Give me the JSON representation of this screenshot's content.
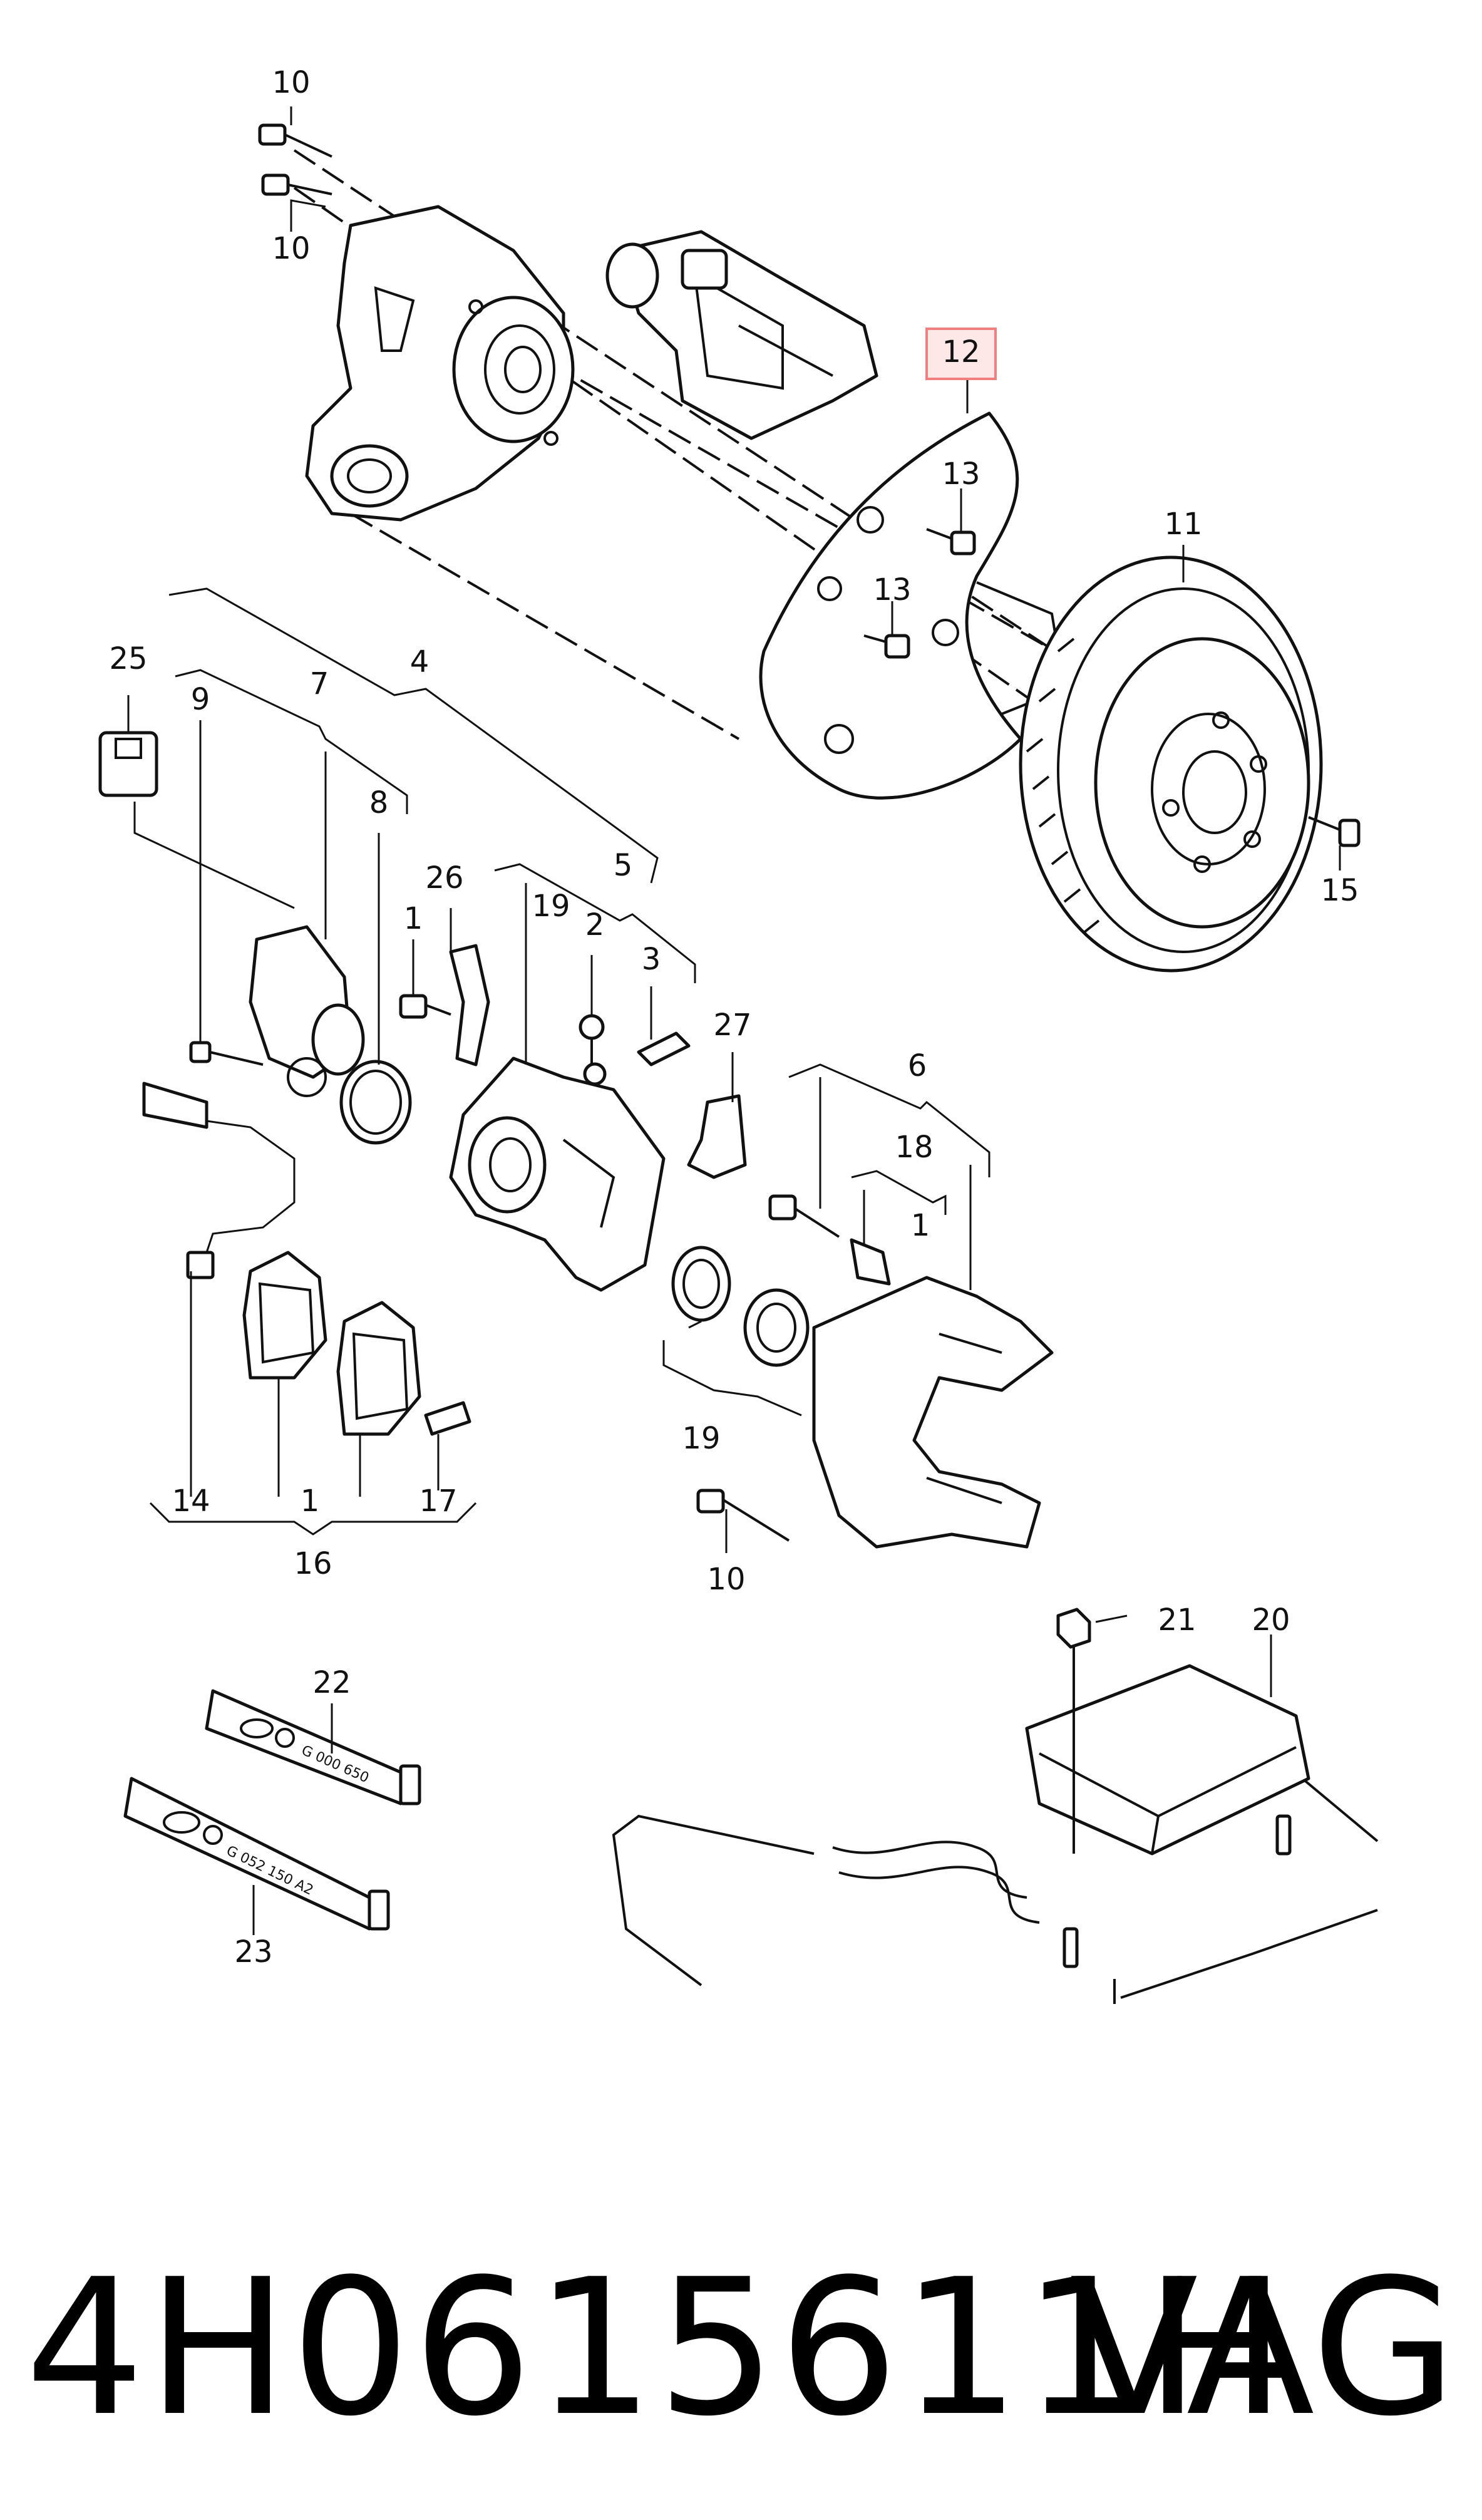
{
  "callouts": {
    "c10a": "10",
    "c10b": "10",
    "c12": "12",
    "c13a": "13",
    "c13b": "13",
    "c11": "11",
    "c15": "15",
    "c25": "25",
    "c9": "9",
    "c7": "7",
    "c4": "4",
    "c8": "8",
    "c26": "26",
    "c1a": "1",
    "c19a": "19",
    "c5": "5",
    "c2": "2",
    "c3": "3",
    "c27": "27",
    "c6": "6",
    "c18": "18",
    "c1b": "1",
    "c19b": "19",
    "c10c": "10",
    "c14": "14",
    "c1c": "1",
    "c17": "17",
    "c16": "16",
    "c22": "22",
    "c23": "23",
    "c21": "21",
    "c20": "20"
  },
  "tube_labels": {
    "g000650": "G 000 650",
    "g052150": "G 052 150 A2"
  },
  "highlight_color": "#f08080",
  "footer": {
    "part_number": "4H0615611H",
    "brand": "VAG"
  }
}
